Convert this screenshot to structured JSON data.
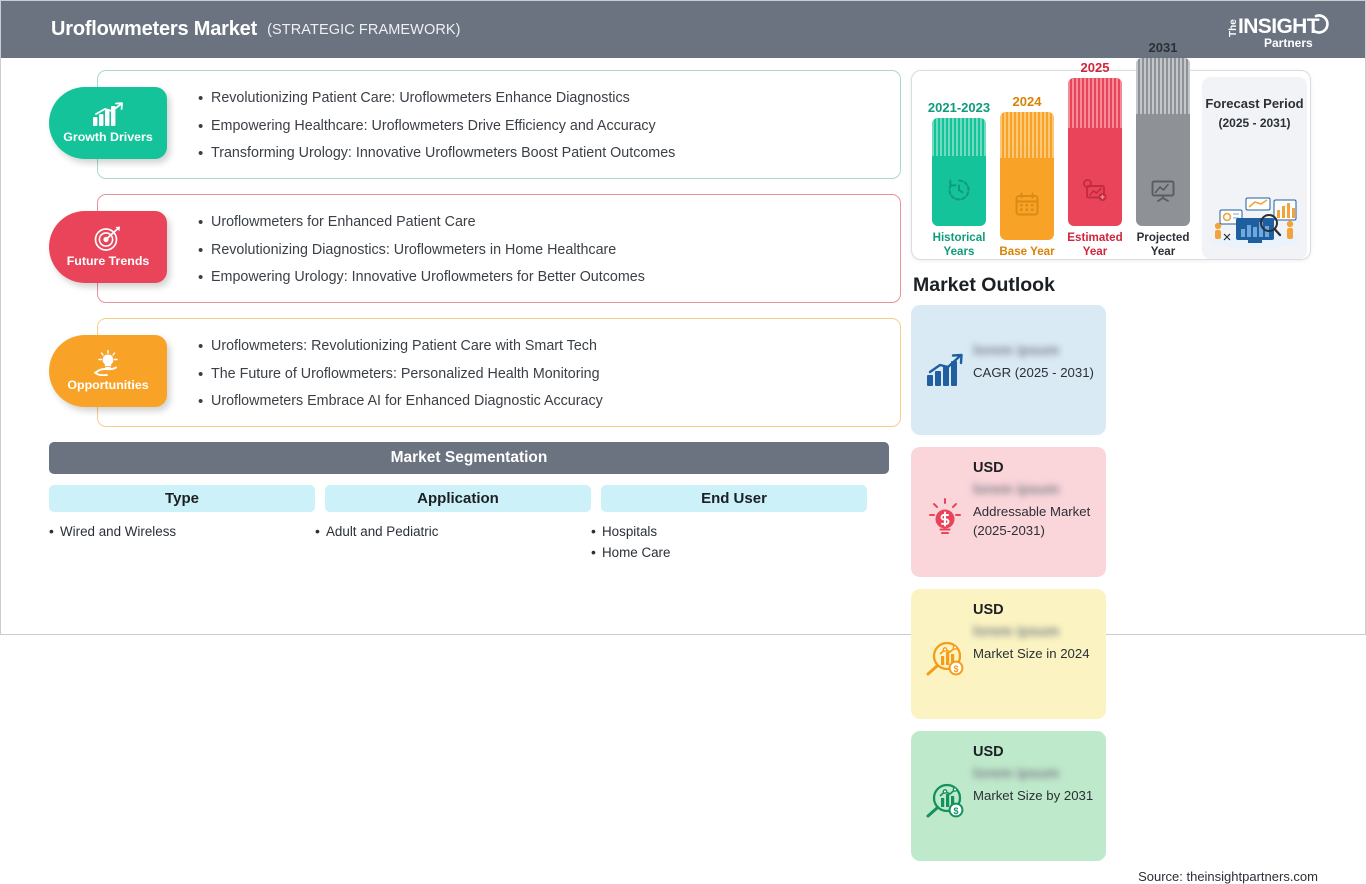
{
  "header": {
    "title": "Uroflowmeters Market",
    "subtitle": "(STRATEGIC FRAMEWORK)",
    "logo_the": "The",
    "logo_insight": "INSIGHT",
    "logo_partners": "Partners",
    "bar_color": "#6b7380"
  },
  "framework": [
    {
      "badge": "Growth Drivers",
      "icon": "bar-chart-growth-icon",
      "color": "#15c39a",
      "bullets": [
        "Revolutionizing Patient Care: Uroflowmeters Enhance Diagnostics",
        "Empowering Healthcare: Uroflowmeters Drive Efficiency and Accuracy",
        "Transforming Urology: Innovative Uroflowmeters Boost Patient Outcomes"
      ]
    },
    {
      "badge": "Future Trends",
      "icon": "target-dart-icon",
      "color": "#e94459",
      "bullets": [
        "Uroflowmeters for Enhanced Patient Care",
        "Revolutionizing Diagnostics: Uroflowmeters in Home Healthcare",
        "Empowering Urology: Innovative Uroflowmeters for Better Outcomes"
      ]
    },
    {
      "badge": "Opportunities",
      "icon": "lightbulb-hand-icon",
      "color": "#f8a227",
      "bullets": [
        "Uroflowmeters: Revolutionizing Patient Care with Smart Tech",
        "The Future of Uroflowmeters: Personalized Health Monitoring",
        "Uroflowmeters Embrace AI for Enhanced Diagnostic Accuracy"
      ]
    }
  ],
  "segmentation": {
    "heading": "Market Segmentation",
    "columns": [
      {
        "title": "Type",
        "items": [
          "Wired and Wireless"
        ]
      },
      {
        "title": "Application",
        "items": [
          "Adult and Pediatric"
        ]
      },
      {
        "title": "End User",
        "items": [
          "Hospitals",
          "Home Care"
        ]
      }
    ]
  },
  "timeline": {
    "bars": [
      {
        "year": "2021-2023",
        "caption": "Historical Years",
        "icon": "clock-history-icon",
        "color": "#15c39a"
      },
      {
        "year": "2024",
        "caption": "Base Year",
        "icon": "calendar-icon",
        "color": "#f8a227"
      },
      {
        "year": "2025",
        "caption": "Estimated Year",
        "icon": "estimate-chart-icon",
        "color": "#e94459"
      },
      {
        "year": "2031",
        "caption": "Projected Year",
        "icon": "projection-screen-icon",
        "color": "#8e9196"
      }
    ],
    "forecast_title": "Forecast Period",
    "forecast_range": "(2025 - 2031)"
  },
  "outlook": {
    "title": "Market Outlook",
    "cards": [
      {
        "usd": "",
        "value": "lorem ipsum",
        "label": "CAGR (2025 - 2031)",
        "icon": "bar-chart-arrow-icon",
        "bg": "#daeaf5"
      },
      {
        "usd": "USD",
        "value": "lorem ipsum",
        "label": "Addressable Market (2025-2031)",
        "icon": "lightbulb-dollar-icon",
        "bg": "#fad5da"
      },
      {
        "usd": "USD",
        "value": "lorem ipsum",
        "label": "Market Size in 2024",
        "icon": "magnifier-chart-dollar-icon",
        "bg": "#fbf4c2"
      },
      {
        "usd": "USD",
        "value": "lorem ipsum",
        "label": "Market Size by 2031",
        "icon": "magnifier-chart-dollar-icon",
        "bg": "#bfe9cb"
      }
    ],
    "source": "Source: theinsightpartners.com"
  }
}
